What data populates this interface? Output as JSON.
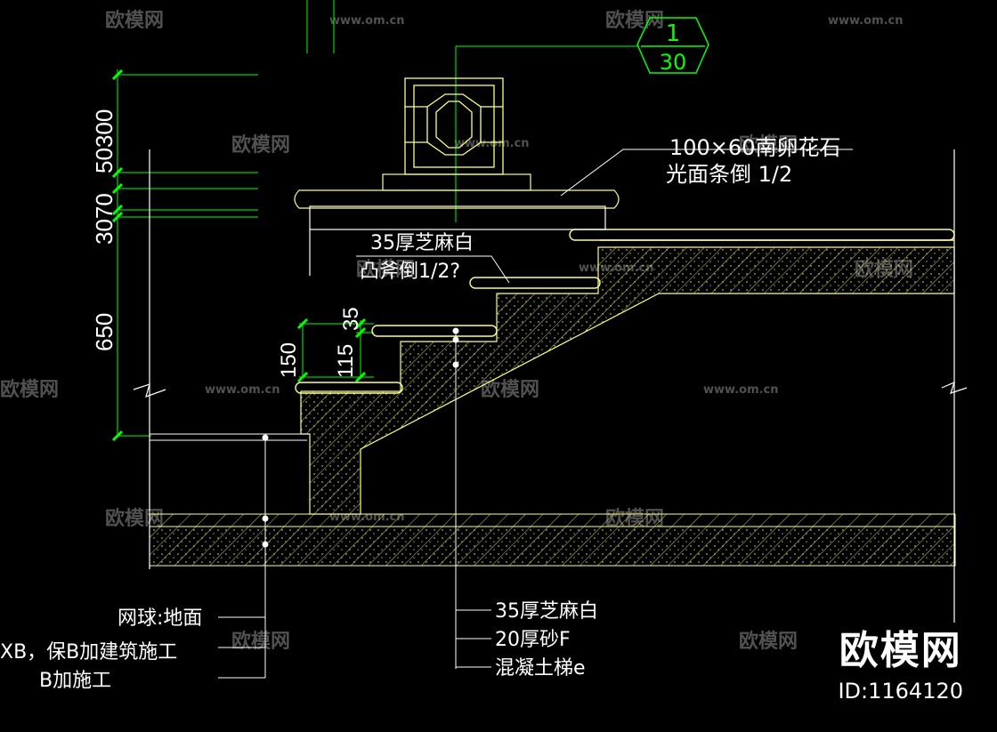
{
  "colors": {
    "background": "#000000",
    "linework": "#ffffff",
    "stone": "#ffff80",
    "dimension": "#00ff00",
    "callout": "#00ff00",
    "watermark": "#5a5a5a"
  },
  "callout_symbol": {
    "top": "1",
    "bottom": "30"
  },
  "labels": {
    "top_stone_line1": "100×60南卵花石",
    "top_stone_line2": "光面条倒 1/2",
    "tread_line1": "35厚芝麻白",
    "tread_line2": "凸斧倒1/2?",
    "left_1": "网球:地面",
    "left_2": "XB，保B加建筑施工",
    "left_3": "B加施工",
    "bottom_1": "35厚芝麻白",
    "bottom_2": "20厚砂F",
    "bottom_3": "混凝土梯e"
  },
  "dimensions": {
    "d1": "50300",
    "d2": "3070",
    "d3": "650",
    "d4": "150",
    "d5": "115",
    "d6": "35"
  },
  "watermark": {
    "brand": "欧模网",
    "url": "www.om.cn"
  },
  "brand": {
    "name": "欧模网",
    "id": "ID:1164120"
  }
}
